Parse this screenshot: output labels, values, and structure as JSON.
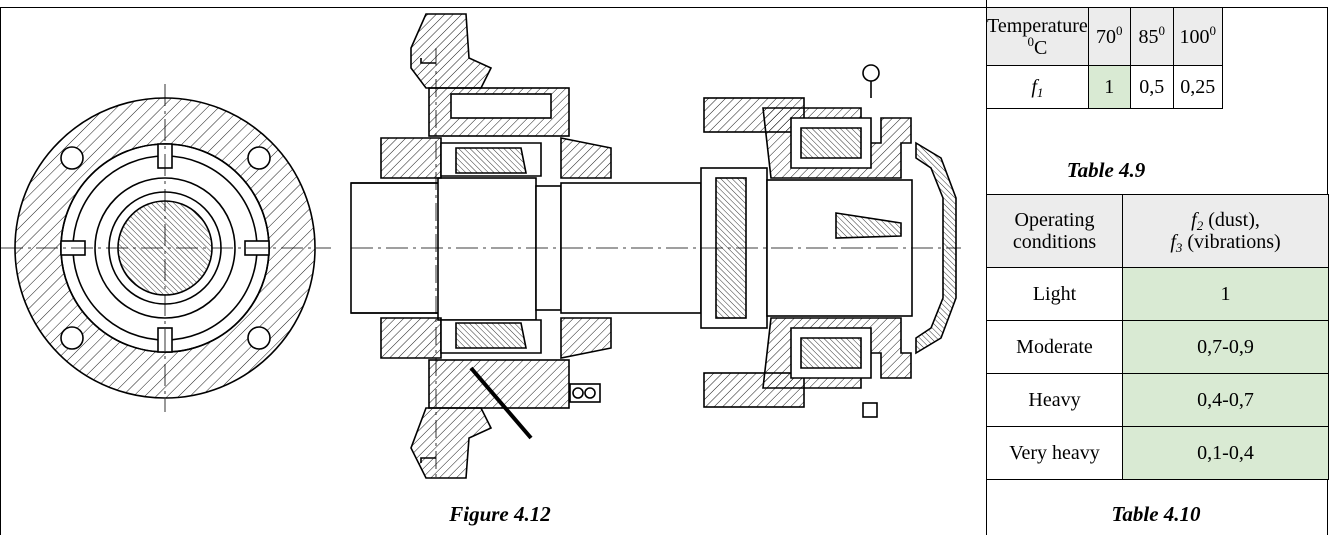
{
  "table_4_9": {
    "caption": "Table 4.9",
    "header": {
      "label_line1": "Temperature",
      "label_unit_sup": "0",
      "label_unit": "C",
      "cols": [
        {
          "value": "70",
          "sup": "0"
        },
        {
          "value": "85",
          "sup": "0"
        },
        {
          "value": "100",
          "sup": "0"
        }
      ]
    },
    "row": {
      "label_var": "f",
      "label_sub": "1",
      "values": [
        "1",
        "0,5",
        "0,25"
      ]
    }
  },
  "table_4_10": {
    "caption": "Table 4.10",
    "header": {
      "col1_line1": "Operating",
      "col1_line2": "conditions",
      "f2_var": "f",
      "f2_sub": "2",
      "f2_text": " (dust),",
      "f3_var": "f",
      "f3_sub": "3",
      "f3_text": "  (vibrations)"
    },
    "rows": [
      {
        "label": "Light",
        "value": "1"
      },
      {
        "label": "Moderate",
        "value": "0,7-0,9"
      },
      {
        "label": "Heavy",
        "value": "0,4-0,7"
      },
      {
        "label": "Very heavy",
        "value": "0,1-0,4"
      }
    ]
  },
  "figure": {
    "caption": "Figure 4.12"
  },
  "colors": {
    "cell_green": "#d9ead3",
    "header_gray": "#ececec",
    "line": "#000000"
  },
  "icons": [
    "flange-front-view",
    "bearing-housing-section",
    "axle-box-section"
  ]
}
